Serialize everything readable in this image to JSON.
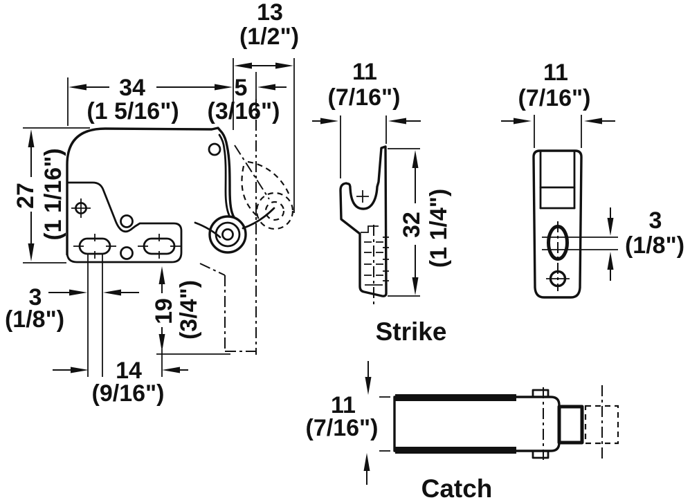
{
  "colors": {
    "line": "#111111",
    "background": "#ffffff"
  },
  "latch": {
    "dim_top_overall": {
      "mm": "13",
      "inch": "(1/2\")"
    },
    "dim_body_width": {
      "mm": "34",
      "inch": "(1 5/16\")"
    },
    "dim_arm_offset": {
      "mm": "5",
      "inch": "(3/16\")"
    },
    "dim_body_height": {
      "mm": "27",
      "inch": "(1 1/16\")"
    },
    "dim_slot_width": {
      "mm": "3",
      "inch": "(1/8\")"
    },
    "dim_travel": {
      "mm": "19",
      "inch": "(3/4\")"
    },
    "dim_slot_spacing": {
      "mm": "14",
      "inch": "(9/16\")"
    }
  },
  "strike": {
    "label": "Strike",
    "dim_width": {
      "mm": "11",
      "inch": "(7/16\")"
    },
    "dim_height": {
      "mm": "32",
      "inch": "(1 1/4\")"
    }
  },
  "strike_front": {
    "dim_width": {
      "mm": "11",
      "inch": "(7/16\")"
    },
    "dim_slot": {
      "mm": "3",
      "inch": "(1/8\")"
    }
  },
  "catch": {
    "label": "Catch",
    "dim_height": {
      "mm": "11",
      "inch": "(7/16\")"
    }
  }
}
